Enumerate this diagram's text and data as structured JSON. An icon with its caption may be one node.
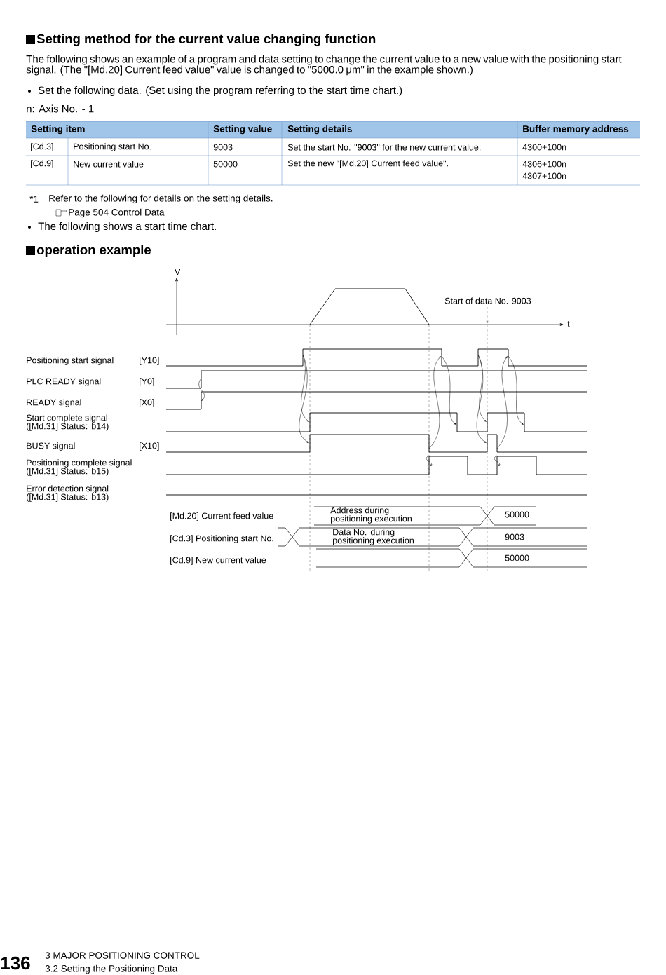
{
  "diagram": {
    "title": "Setting method for the current value changing function",
    "labels": [
      "The following shows an example of a program and data setting to change the current value to a new value with the positioning start signal. (The \"[Md.20] Current feed value\" value is changed to \"5000.0 μm\" in the example shown.)",
      "Set the following data. (Set using the program referring to the start time chart.)",
      "n: Axis No. - 1",
      "Setting item",
      "Setting value",
      "Setting details",
      "Buffer memory address",
      "[Cd.3]",
      "Positioning start No.",
      "9003",
      "Set the start No. \"9003\" for the new current value.",
      "4300+100n",
      "[Cd.9]",
      "New current value",
      "50000",
      "Set the new \"[Md.20] Current feed value\".",
      "4306+100n",
      "4307+100n",
      "*1",
      "Refer to the following for details on the setting details.",
      "Page 504 Control Data",
      "The following shows a start time chart.",
      "operation example",
      "V",
      "Start of data No. 9003",
      "t",
      "Positioning start signal",
      "[Y10]",
      "PLC READY signal",
      "[Y0]",
      "READY signal",
      "[X0]",
      "Start complete signal ([Md.31] Status: b14)",
      "BUSY signal",
      "[X10]",
      "Positioning complete signal ([Md.31] Status: b15)",
      "Error detection signal ([Md.31] Status: b13)",
      "[Md.20] Current feed value",
      "Address during positioning execution",
      "50000",
      "[Cd.3] Positioning start No.",
      "Data No. during positioning execution",
      "9003",
      "[Cd.9] New current value",
      "50000",
      "136",
      "3  MAJOR POSITIONING CONTROL",
      "3.2  Setting the Positioning Data"
    ]
  }
}
